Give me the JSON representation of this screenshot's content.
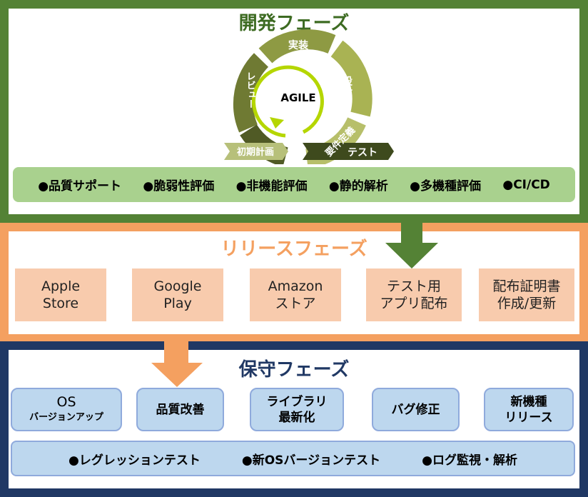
{
  "dev_phase": {
    "title": "開発フェーズ",
    "center_label": "AGILE",
    "cycle": {
      "implement": "実装",
      "design": "設計",
      "requirements": "要件定義",
      "review": "レビュー",
      "initial_plan": "初期計画",
      "test": "テスト"
    },
    "activities": [
      "●品質サポート",
      "●脆弱性評価",
      "●非機能評価",
      "●静的解析",
      "●多機種評価",
      "●CI/CD"
    ]
  },
  "release_phase": {
    "title": "リリースフェーズ",
    "items": [
      [
        "Apple",
        "Store"
      ],
      [
        "Google",
        "Play"
      ],
      [
        "Amazon",
        "ストア"
      ],
      [
        "テスト用",
        "アプリ配布"
      ],
      [
        "配布証明書",
        "作成/更新"
      ]
    ]
  },
  "maintenance_phase": {
    "title": "保守フェーズ",
    "items": [
      [
        "OS",
        "バージョンアップ"
      ],
      [
        "品質改善",
        ""
      ],
      [
        "ライブラリ",
        "最新化"
      ],
      [
        "バグ修正",
        ""
      ],
      [
        "新機種",
        "リリース"
      ]
    ],
    "activities": [
      "●レグレッションテスト",
      "●新OSバージョンテスト",
      "●ログ監視・解析"
    ]
  },
  "colors": {
    "green": "#548235",
    "orange": "#f4a060",
    "navy": "#203864"
  }
}
